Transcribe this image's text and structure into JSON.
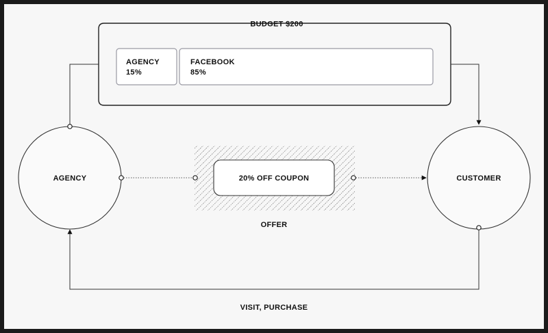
{
  "budget": {
    "title": "BUDGET $200",
    "segments": [
      {
        "name": "AGENCY",
        "share": "15%"
      },
      {
        "name": "FACEBOOK",
        "share": "85%"
      }
    ]
  },
  "nodes": {
    "agency": "AGENCY",
    "customer": "CUSTOMER"
  },
  "offer": {
    "item": "20% OFF COUPON",
    "caption": "OFFER"
  },
  "return_flow": {
    "label": "VISIT, PURCHASE"
  }
}
